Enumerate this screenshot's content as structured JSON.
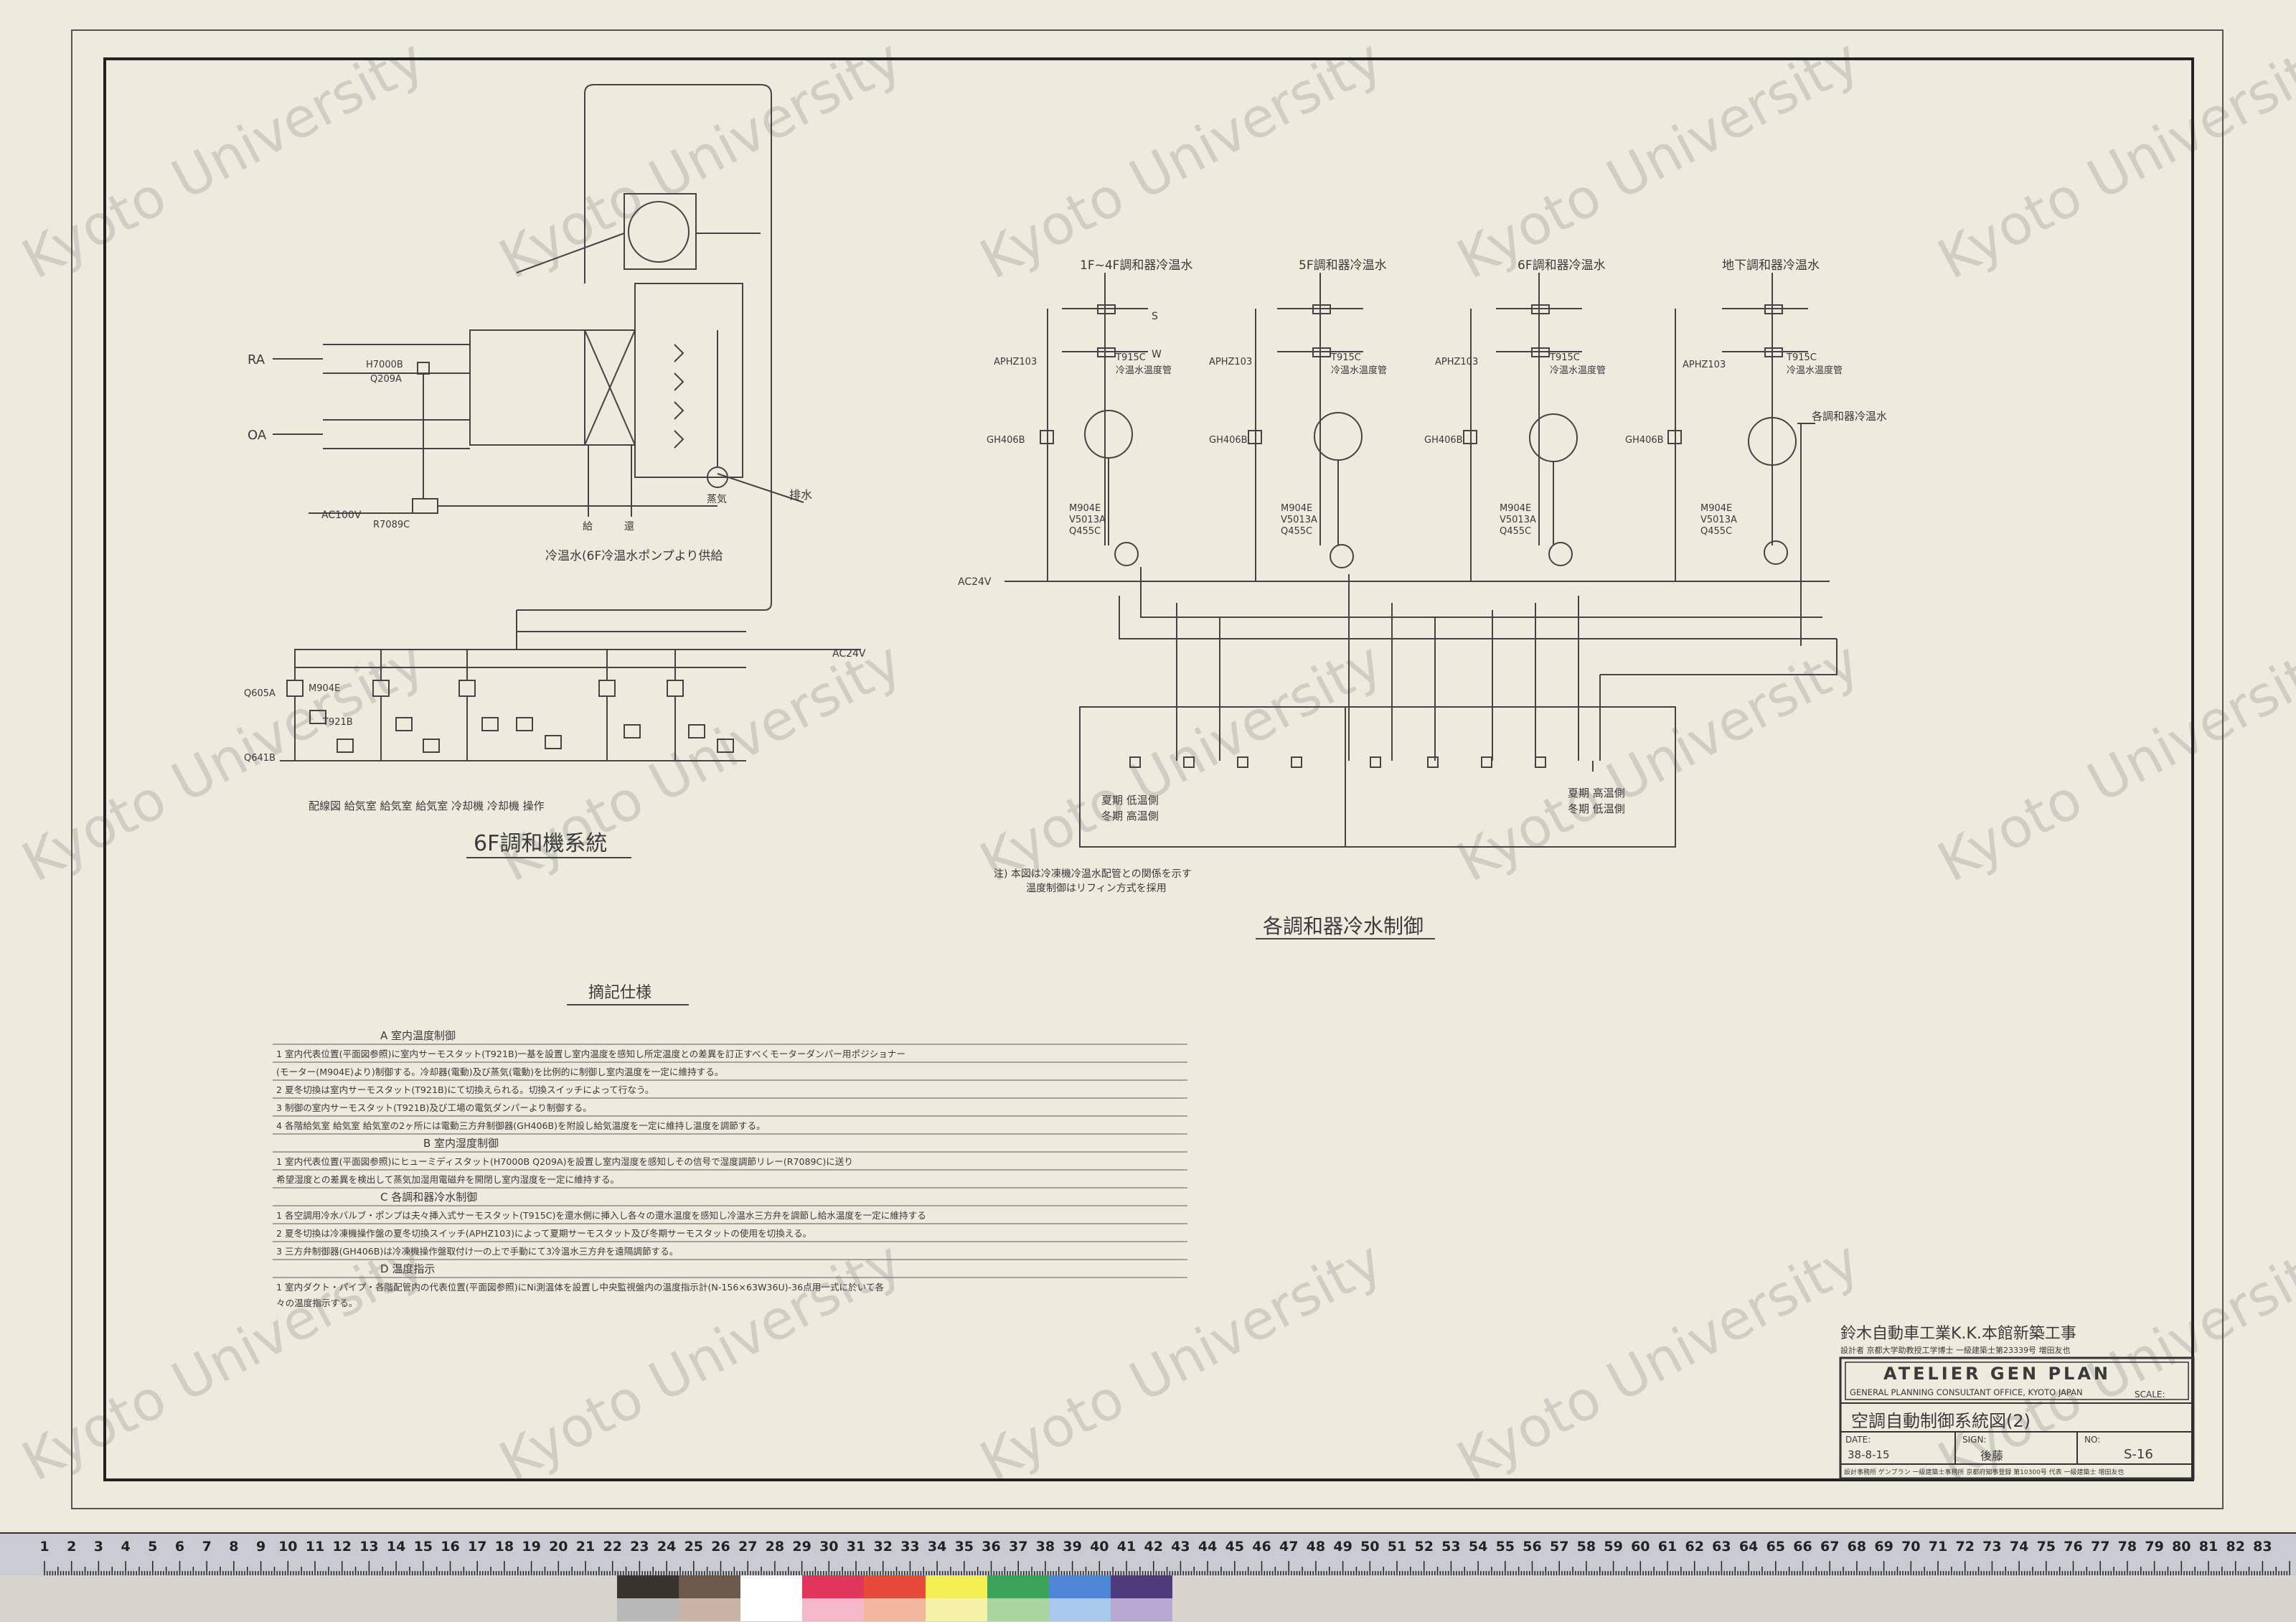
{
  "watermark": "Kyoto University",
  "left_diagram": {
    "title": "6F調和機系統",
    "labels": {
      "ra": "RA",
      "oa": "OA",
      "h7000b": "H7000B",
      "q209a": "Q209A",
      "ac100v": "AC100V",
      "r7089c": "R7089C",
      "supply": "給",
      "return": "還",
      "steam": "蒸気",
      "drain": "排水",
      "chilled_water": "冷温水(6F冷温水ポンプより供給",
      "ac24v": "AC24V",
      "q605a": "Q605A",
      "m904e": "M904E",
      "t921b": "T921B",
      "q641b": "Q641B",
      "legend": "配線図 給気室 給気室 給気室 冷却機 冷却機 操作"
    }
  },
  "right_diagram": {
    "title": "各調和器冷水制御",
    "columns": [
      {
        "header": "1F~4F調和器冷温水"
      },
      {
        "header": "5F調和器冷温水"
      },
      {
        "header": "6F調和器冷温水"
      },
      {
        "header": "地下調和器冷温水"
      }
    ],
    "labels": {
      "s": "S",
      "w": "W",
      "aphz": "APHZ103",
      "t915c": "T915C",
      "insertion": "冷温水温度管",
      "gh406b": "GH406B",
      "m904e": "M904E",
      "v5013a": "V5013A",
      "q455c": "Q455C",
      "ac24v": "AC24V",
      "return_water": "各調和器冷温水",
      "box_left_1": "夏期 低温側",
      "box_left_2": "冬期 高温側",
      "box_right_1": "夏期 高温側",
      "box_right_2": "冬期 低温側",
      "note_1": "注) 本図は冷凍機冷温水配管との関係を示す",
      "note_2": "温度制御はリフィン方式を採用"
    }
  },
  "spec_notes": {
    "heading": "摘記仕様",
    "lines": [
      "A 室内温度制御",
      "1 室内代表位置(平面図参照)に室内サーモスタット(T921B)一基を設置し室内温度を感知し所定温度との差異を訂正すべくモーターダンパー用ポジショナー",
      "(モーター(M904E)より)制御する。冷却器(電動)及び蒸気(電動)を比例的に制御し室内温度を一定に維持する。",
      "2 夏冬切換は室内サーモスタット(T921B)にて切換えられる。切換スイッチによって行なう。",
      "3 制御の室内サーモスタット(T921B)及び工場の電気ダンパーより制御する。",
      "4 各階給気室 給気室 給気室の2ヶ所には電動三方弁制御器(GH406B)を附設し給気温度を一定に維持し温度を調節する。",
      "B 室内湿度制御",
      "1 室内代表位置(平面図参照)にヒューミディスタット(H7000B Q209A)を設置し室内湿度を感知しその信号で湿度調節リレー(R7089C)に送り",
      "希望湿度との差異を検出して蒸気加湿用電磁弁を開閉し室内湿度を一定に維持する。",
      "C 各調和器冷水制御",
      "1 各空調用冷水バルブ・ポンプは夫々挿入式サーモスタット(T915C)を還水側に挿入し各々の還水温度を感知し冷温水三方弁を調節し給水温度を一定に維持する",
      "2 夏冬切換は冷凍機操作盤の夏冬切換スイッチ(APHZ103)によって夏期サーモスタット及び冬期サーモスタットの使用を切換える。",
      "3 三方弁制御器(GH406B)は冷凍機操作盤取付け一の上で手動にて3冷温水三方弁を遠隔調節する。",
      "D 温度指示",
      "1 室内ダクト・パイプ・各階配管内の代表位置(平面図参照)にNi測温体を設置し中央監視盤内の温度指示計(N-156×63W36U)-36点用一式に於いて各",
      "々の温度指示する。"
    ]
  },
  "title_block": {
    "project": "鈴木自動車工業K.K.本館新築工事",
    "designer": "設計者 京都大学助教授工学博士 一級建築士第23339号 増田友也",
    "office": "ATELIER GEN PLAN",
    "office_sub": "GENERAL PLANNING CONSULTANT OFFICE, KYOTO JAPAN",
    "scale_label": "SCALE:",
    "drawing_title": "空調自動制御系統図(2)",
    "date_label": "DATE:",
    "date_value": "38-8-15",
    "sign_label": "SIGN:",
    "sign_value": "後藤",
    "no_label": "NO:",
    "no_value": "S-16",
    "footer": "設計事務所 ゲンプラン 一級建築士事務所 京都府知事登録 第10300号 代表 一級建築士 増田友也"
  },
  "ruler": {
    "numbers": [
      "1",
      "2",
      "3",
      "4",
      "5",
      "6",
      "7",
      "8",
      "9",
      "10",
      "11",
      "12",
      "13",
      "14",
      "15",
      "16",
      "17",
      "18",
      "19",
      "20",
      "21",
      "22",
      "23",
      "24",
      "25",
      "26",
      "27",
      "28",
      "29",
      "30",
      "31",
      "32",
      "33",
      "34",
      "35",
      "36",
      "37",
      "38",
      "39",
      "40",
      "41",
      "42",
      "43",
      "44",
      "45",
      "46",
      "47",
      "48",
      "49",
      "50",
      "51",
      "52",
      "53",
      "54",
      "55",
      "56",
      "57",
      "58",
      "59",
      "60",
      "61",
      "62",
      "63",
      "64",
      "65",
      "66",
      "67",
      "68",
      "69",
      "70",
      "71",
      "72",
      "73",
      "74",
      "75",
      "76",
      "77",
      "78",
      "79",
      "80",
      "81",
      "82",
      "83"
    ]
  },
  "colors": {
    "paper": "#ecebdd",
    "ink": "#3a3a3a",
    "swatch_top": [
      "#3a342e",
      "#6b5a4c",
      "#ffffff",
      "#e0365c",
      "#e84a3a",
      "#f3ee52",
      "#3aa25a",
      "#4d86d6",
      "#4f3a7c"
    ],
    "swatch_bottom": [
      "#b9b9b9",
      "#c9b4a6",
      "#ffffff",
      "#f3b9c9",
      "#f3b79e",
      "#f4f2a9",
      "#a8d5a0",
      "#a9c9ec",
      "#b6a8d0"
    ]
  }
}
